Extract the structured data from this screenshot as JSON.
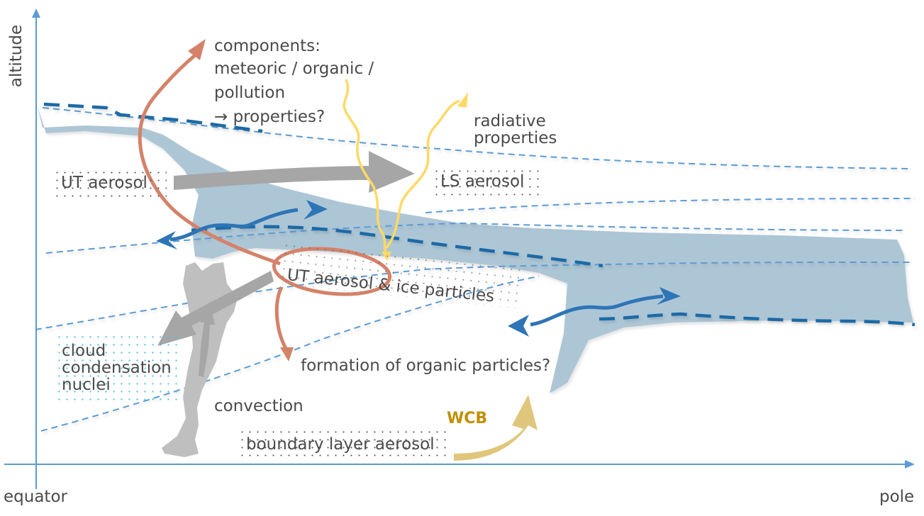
{
  "title": "Upper troposphere / lower stratosphere aerosol schematic",
  "axes": {
    "y_label": "altitude",
    "x_start_label": "equator",
    "x_end_label": "pole"
  },
  "labels": {
    "components_line1": "components:",
    "components_line2": "meteoric / organic /",
    "components_line3": "pollution",
    "components_line4": "→ properties?",
    "radiative_line1": "radiative",
    "radiative_line2": "properties",
    "ut_aerosol": "UT aerosol",
    "ls_aerosol": "LS aerosol",
    "ut_aerosol_ice": "UT aerosol & ice particles",
    "ccn_line1": "cloud",
    "ccn_line2": "condensation",
    "ccn_line3": "nuclei",
    "formation": "formation of organic particles?",
    "convection": "convection",
    "boundary_layer": "boundary layer aerosol",
    "wcb": "WCB"
  },
  "colors": {
    "axis": "#5b9bd5",
    "tropopause": "#1f6aa5",
    "isentrope": "#5b9bd5",
    "layer_fill": "#a9c4d4",
    "transport_arrow": "#a6a6a6",
    "organic_arrow": "#d4826a",
    "radiative_arrow": "#ffd966",
    "mixing_arrow": "#2e75b6",
    "convection": "#bfbfbf",
    "wcb_arrow": "#e0c67a",
    "wcb_text": "#c29000",
    "text": "#4a4a4a"
  }
}
